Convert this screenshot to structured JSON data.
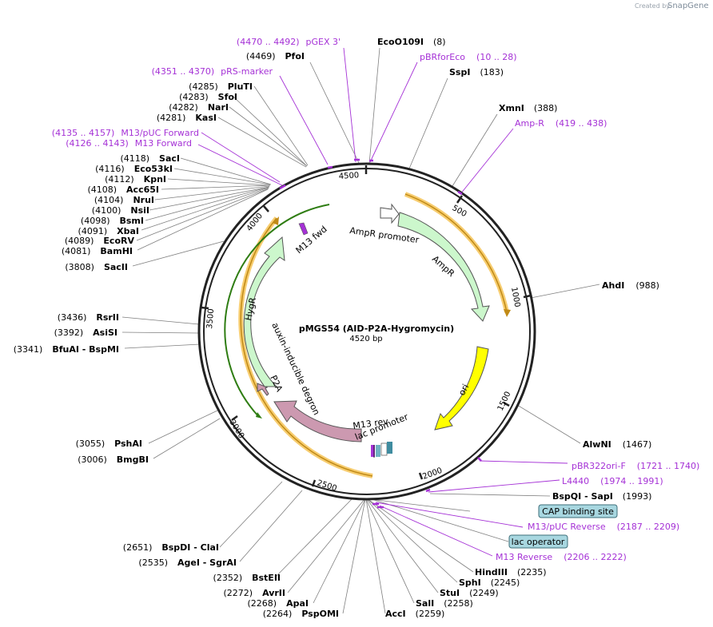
{
  "branding": {
    "created_by": "Created by",
    "product": "SnapGene"
  },
  "plasmid": {
    "name": "pMGS54 (AID-P2A-Hygromycin)",
    "length": "4520 bp"
  },
  "ticks": [
    "500",
    "1000",
    "1500",
    "2000",
    "2500",
    "3000",
    "3500",
    "4000",
    "4500"
  ],
  "features": {
    "ampr_promoter": "AmpR promoter",
    "ampr": "AmpR",
    "ori": "ori",
    "m13_rev": "M13 rev",
    "lac_promoter": "lac promoter",
    "aid": "auxin-inducible degron",
    "p2a": "P2A",
    "hygr": "HygR",
    "m13_fwd": "M13 fwd"
  },
  "enzymes": {
    "e8": {
      "name": "EcoO109I",
      "pos": "(8)"
    },
    "e183": {
      "name": "SspI",
      "pos": "(183)"
    },
    "e388": {
      "name": "XmnI",
      "pos": "(388)"
    },
    "e988": {
      "name": "AhdI",
      "pos": "(988)"
    },
    "e1467": {
      "name": "AlwNI",
      "pos": "(1467)"
    },
    "e1993": {
      "name": "BspQI  -  SapI",
      "pos": "(1993)"
    },
    "e2235": {
      "name": "HindIII",
      "pos": "(2235)"
    },
    "e2245": {
      "name": "SphI",
      "pos": "(2245)"
    },
    "e2249": {
      "name": "StuI",
      "pos": "(2249)"
    },
    "e2258": {
      "name": "SalI",
      "pos": "(2258)"
    },
    "e2259": {
      "name": "AccI",
      "pos": "(2259)"
    },
    "e2264": {
      "name": "PspOMI",
      "pos": "(2264)"
    },
    "e2268": {
      "name": "ApaI",
      "pos": "(2268)"
    },
    "e2272": {
      "name": "AvrII",
      "pos": "(2272)"
    },
    "e2352": {
      "name": "BstEII",
      "pos": "(2352)"
    },
    "e2535": {
      "name": "AgeI   -  SgrAI",
      "pos": "(2535)"
    },
    "e2651": {
      "name": "BspDI  -  ClaI",
      "pos": "(2651)"
    },
    "e3006": {
      "name": "BmgBI",
      "pos": "(3006)"
    },
    "e3055": {
      "name": "PshAI",
      "pos": "(3055)"
    },
    "e3341": {
      "name": "BfuAI  -  BspMI",
      "pos": "(3341)"
    },
    "e3392": {
      "name": "AsiSI",
      "pos": "(3392)"
    },
    "e3436": {
      "name": "RsrII",
      "pos": "(3436)"
    },
    "e3808": {
      "name": "SacII",
      "pos": "(3808)"
    },
    "e4081": {
      "name": "BamHI",
      "pos": "(4081)"
    },
    "e4089": {
      "name": "EcoRV",
      "pos": "(4089)"
    },
    "e4091": {
      "name": "XbaI",
      "pos": "(4091)"
    },
    "e4098": {
      "name": "BsmI",
      "pos": "(4098)"
    },
    "e4100": {
      "name": "NsiI",
      "pos": "(4100)"
    },
    "e4104": {
      "name": "NruI",
      "pos": "(4104)"
    },
    "e4108": {
      "name": "Acc65I",
      "pos": "(4108)"
    },
    "e4112": {
      "name": "KpnI",
      "pos": "(4112)"
    },
    "e4116": {
      "name": "Eco53kI",
      "pos": "(4116)"
    },
    "e4118": {
      "name": "SacI",
      "pos": "(4118)"
    },
    "e4281": {
      "name": "KasI",
      "pos": "(4281)"
    },
    "e4282": {
      "name": "NarI",
      "pos": "(4282)"
    },
    "e4283": {
      "name": "SfoI",
      "pos": "(4283)"
    },
    "e4285": {
      "name": "PluTI",
      "pos": "(4285)"
    },
    "e4469": {
      "name": "PfoI",
      "pos": "(4469)"
    }
  },
  "primers": {
    "pgex3": {
      "name": "pGEX 3'",
      "range": "(4470 .. 4492)"
    },
    "pbrforeco": {
      "name": "pBRforEco",
      "range": "(10 .. 28)"
    },
    "ampr_primer": {
      "name": "Amp-R",
      "range": "(419 .. 438)"
    },
    "prs_marker": {
      "name": "pRS-marker",
      "range": "(4351 .. 4370)"
    },
    "m13puc_fwd": {
      "name": "M13/pUC Forward",
      "range": "(4135 .. 4157)"
    },
    "m13_fwd_primer": {
      "name": "M13 Forward",
      "range": "(4126 .. 4143)"
    },
    "pbr322ori": {
      "name": "pBR322ori-F",
      "range": "(1721 .. 1740)"
    },
    "l4440": {
      "name": "L4440",
      "range": "(1974 .. 1991)"
    },
    "m13puc_rev": {
      "name": "M13/pUC Reverse",
      "range": "(2187 .. 2209)"
    },
    "m13_reverse": {
      "name": "M13 Reverse",
      "range": "(2206 .. 2222)"
    }
  },
  "boxed_features": {
    "cap": "CAP binding site",
    "lac_operator": "lac operator"
  }
}
